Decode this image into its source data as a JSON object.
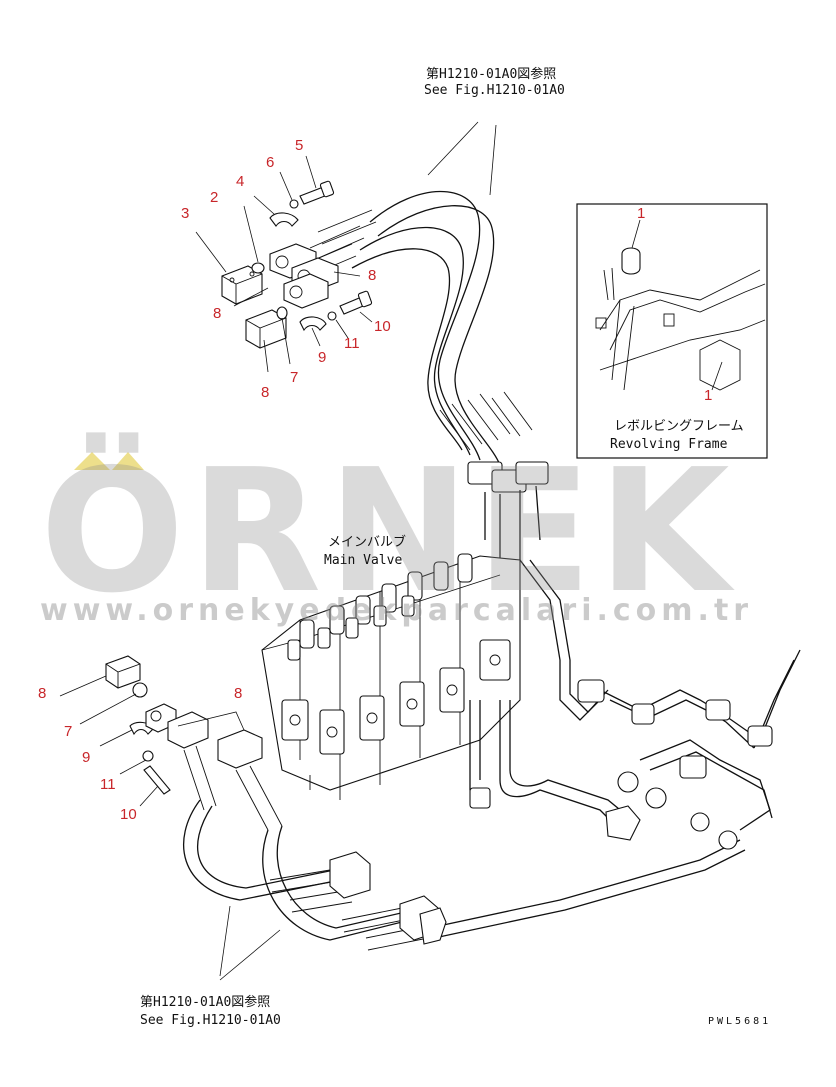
{
  "callouts": {
    "c1a": "1",
    "c1b": "1",
    "c2": "2",
    "c3": "3",
    "c4": "4",
    "c5": "5",
    "c6": "6",
    "c7a": "7",
    "c7b": "7",
    "c8a": "8",
    "c8b": "8",
    "c8c": "8",
    "c8d": "8",
    "c8e": "8",
    "c9a": "9",
    "c9b": "9",
    "c10a": "10",
    "c10b": "10",
    "c11a": "11",
    "c11b": "11"
  },
  "references": {
    "top_jp": "第H1210-01A0図参照",
    "top_en": "See Fig.H1210-01A0",
    "bottom_jp": "第H1210-01A0図参照",
    "bottom_en": "See Fig.H1210-01A0"
  },
  "inset": {
    "label_jp": "レボルビングフレーム",
    "label_en": "Revolving Frame"
  },
  "main_valve": {
    "label_jp": "メインバルブ",
    "label_en": "Main Valve"
  },
  "drawing_code": "PWL5681",
  "watermark": {
    "letters": "ÖRNEK",
    "url": "www.ornekyedekparcalari.com.tr",
    "color": "#8e8e8e",
    "accent": "#e6d15a"
  }
}
